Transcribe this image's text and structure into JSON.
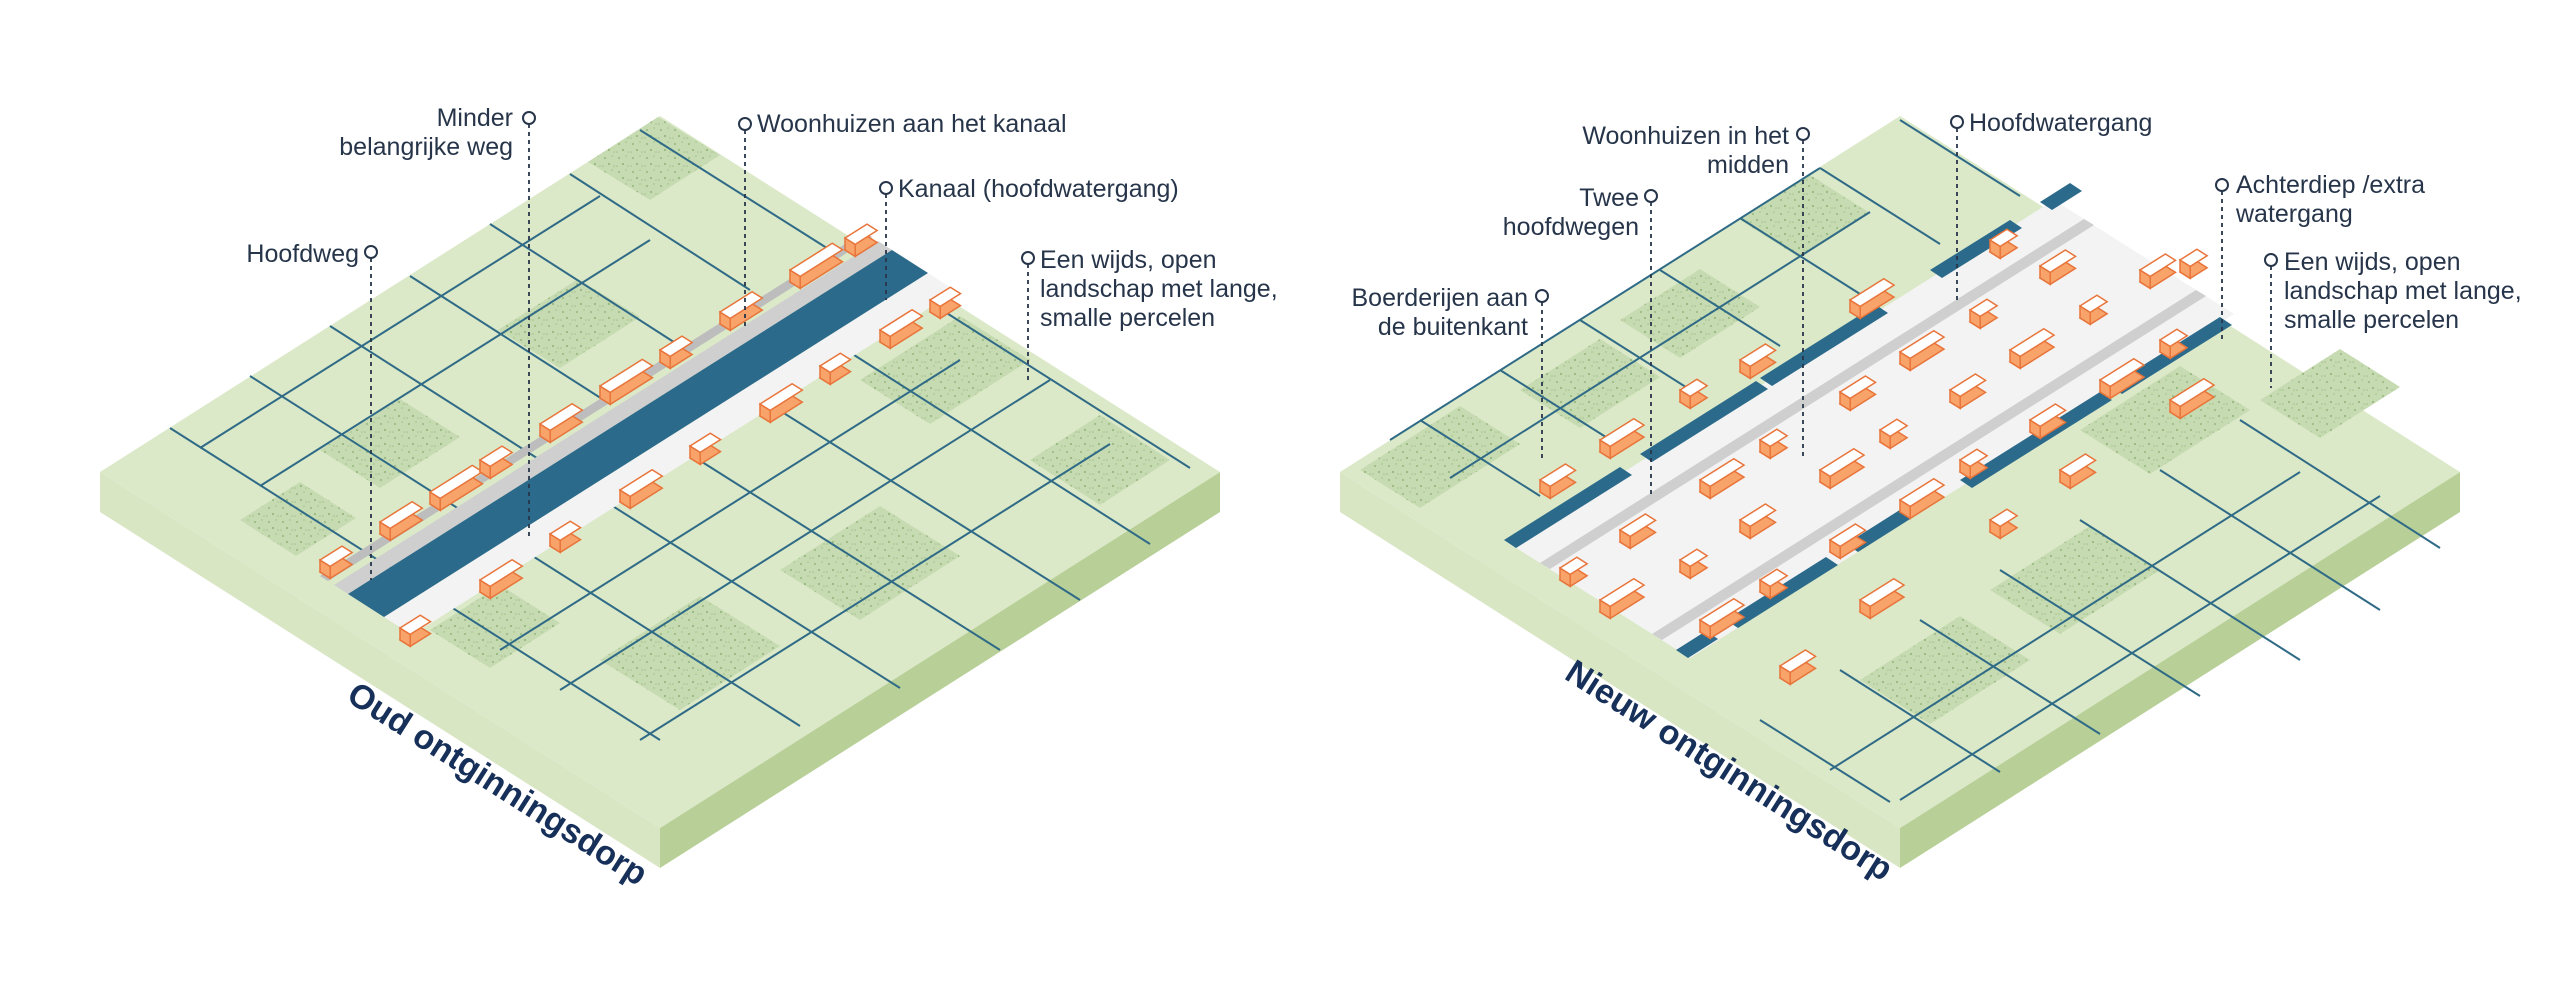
{
  "diagrams": [
    {
      "title": "Oud ontginningsdorp",
      "labels": [
        {
          "lines": [
            "Hoofdweg"
          ]
        },
        {
          "lines": [
            "Minder",
            "belangrijke weg"
          ]
        },
        {
          "lines": [
            "Woonhuizen aan het kanaal"
          ]
        },
        {
          "lines": [
            "Kanaal (hoofdwatergang)"
          ]
        },
        {
          "lines": [
            "Een wijds, open",
            "landschap met lange,",
            "smalle percelen"
          ]
        }
      ]
    },
    {
      "title": "Nieuw ontginningsdorp",
      "labels": [
        {
          "lines": [
            "Boerderijen aan",
            "de buitenkant"
          ]
        },
        {
          "lines": [
            "Twee",
            "hoofdwegen"
          ]
        },
        {
          "lines": [
            "Woonhuizen in het",
            "midden"
          ]
        },
        {
          "lines": [
            "Hoofdwatergang"
          ]
        },
        {
          "lines": [
            "Achterdiep /extra",
            "watergang"
          ]
        },
        {
          "lines": [
            "Een wijds, open",
            "landschap met lange,",
            "smalle percelen"
          ]
        }
      ]
    }
  ],
  "colors": {
    "field": "#dbe9c8",
    "field_dark": "#c5dab0",
    "field_side_left": "#d9e6c4",
    "field_side_right": "#b8d098",
    "parcel_line": "#2f6a86",
    "water": "#2b6a8a",
    "road": "#cfcfcf",
    "village_ground": "#f3f3f3",
    "house_roof": "#ffffff",
    "house_wall": "#f7a36a",
    "house_outline": "#e8743a",
    "text": "#27354a",
    "title": "#17305a"
  }
}
